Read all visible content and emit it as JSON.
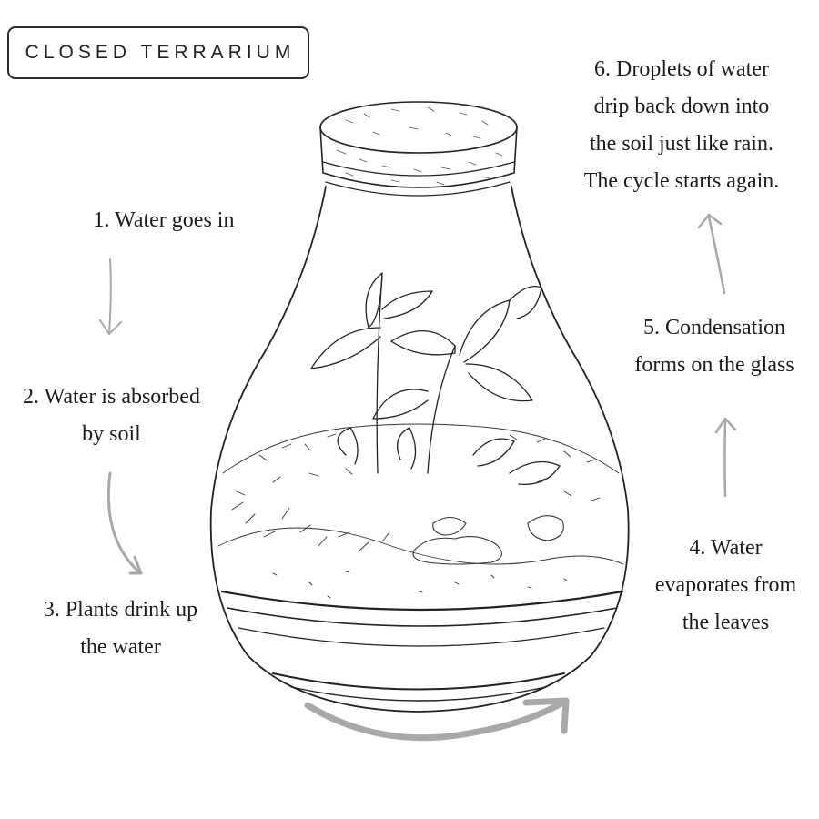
{
  "title": "CLOSED TERRARIUM",
  "steps": [
    {
      "id": 1,
      "lines": [
        "1. Water goes in"
      ]
    },
    {
      "id": 2,
      "lines": [
        "2. Water is absorbed",
        "by soil"
      ]
    },
    {
      "id": 3,
      "lines": [
        "3. Plants drink up",
        "the water"
      ]
    },
    {
      "id": 4,
      "lines": [
        "4. Water",
        "evaporates from",
        "the leaves"
      ]
    },
    {
      "id": 5,
      "lines": [
        "5. Condensation",
        "forms on the glass"
      ]
    },
    {
      "id": 6,
      "lines": [
        "6. Droplets of water",
        "drip back down into",
        "the soil just like rain.",
        "The cycle starts again."
      ]
    }
  ],
  "illustration": {
    "subject": "glass teardrop terrarium jar with cork lid, plants, moss and stones",
    "style": "pencil sketch"
  },
  "colors": {
    "arrow": "#a8a8a8",
    "text": "#1c1c1c",
    "outline": "#2a2a2a",
    "background": "#ffffff"
  }
}
